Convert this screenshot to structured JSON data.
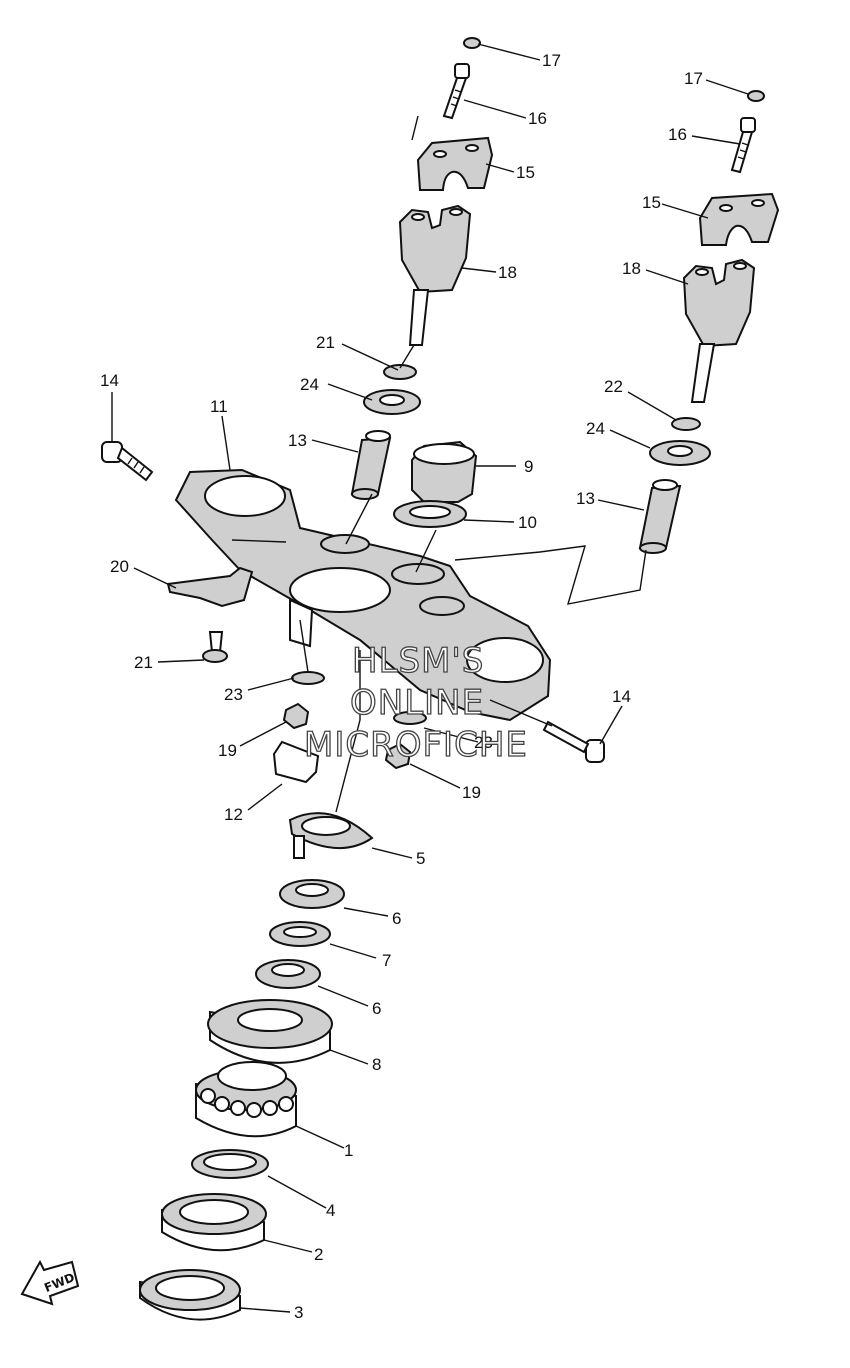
{
  "callouts": [
    "17",
    "16",
    "15",
    "18",
    "21",
    "24",
    "14",
    "11",
    "13",
    "9",
    "10",
    "20",
    "21",
    "23",
    "19",
    "12",
    "5",
    "6",
    "7",
    "6",
    "8",
    "1",
    "4",
    "2",
    "3",
    "17",
    "16",
    "15",
    "18",
    "22",
    "24",
    "13",
    "14",
    "23",
    "19"
  ],
  "watermark": [
    "HLSM'S",
    "ONLINE",
    "MICROFICHE"
  ],
  "fwd_label": "FWD"
}
